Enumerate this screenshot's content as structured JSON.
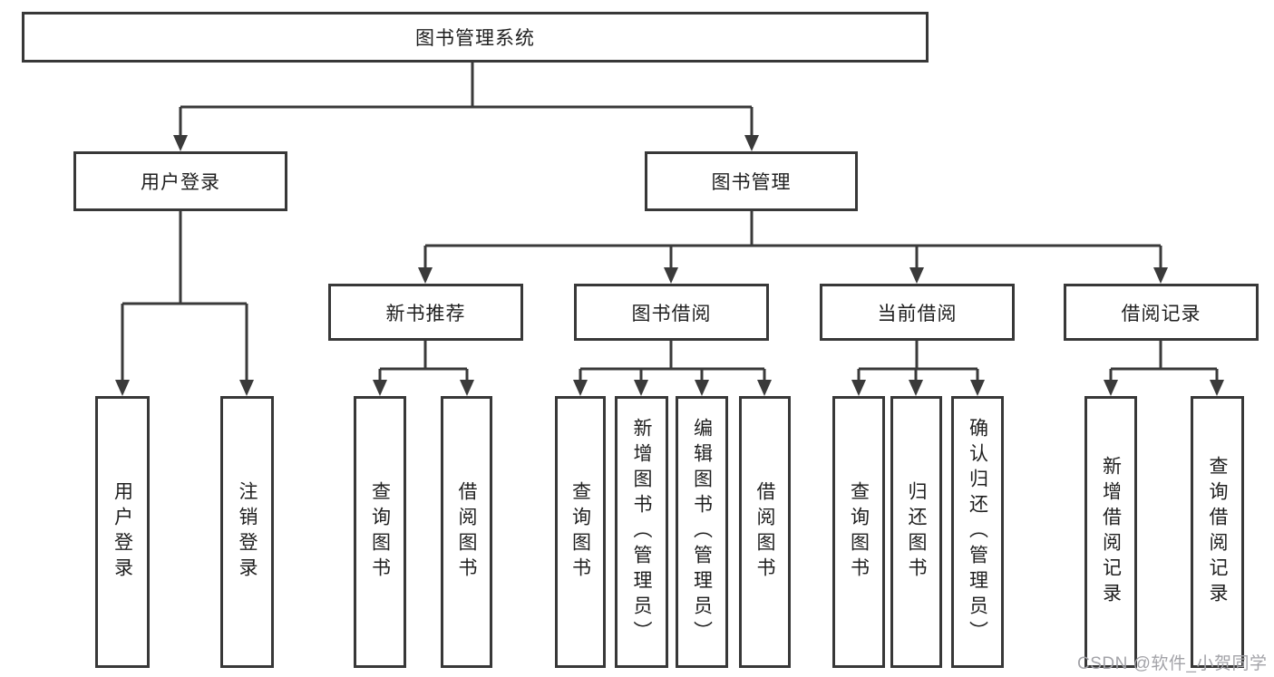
{
  "tree": {
    "root": {
      "label": "图书管理系统"
    },
    "children": [
      {
        "label": "用户登录",
        "children": [
          {
            "label": "用户登录"
          },
          {
            "label": "注销登录"
          }
        ]
      },
      {
        "label": "图书管理",
        "children": [
          {
            "label": "新书推荐",
            "children": [
              {
                "label": "查询图书"
              },
              {
                "label": "借阅图书"
              }
            ]
          },
          {
            "label": "图书借阅",
            "children": [
              {
                "label": "查询图书"
              },
              {
                "label": "新增图书（管理员）"
              },
              {
                "label": "编辑图书（管理员）"
              },
              {
                "label": "借阅图书"
              }
            ]
          },
          {
            "label": "当前借阅",
            "children": [
              {
                "label": "查询图书"
              },
              {
                "label": "归还图书"
              },
              {
                "label": "确认归还（管理员）"
              }
            ]
          },
          {
            "label": "借阅记录",
            "children": [
              {
                "label": "新增借阅记录"
              },
              {
                "label": "查询借阅记录"
              }
            ]
          }
        ]
      }
    ]
  },
  "watermark": {
    "text": "CSDN @软件_小贺同学"
  },
  "colors": {
    "line": "#3a3a3a",
    "box_border": "#383838",
    "text": "#1f1f1f",
    "watermark": "#a3a3a8",
    "background": "#ffffff"
  }
}
